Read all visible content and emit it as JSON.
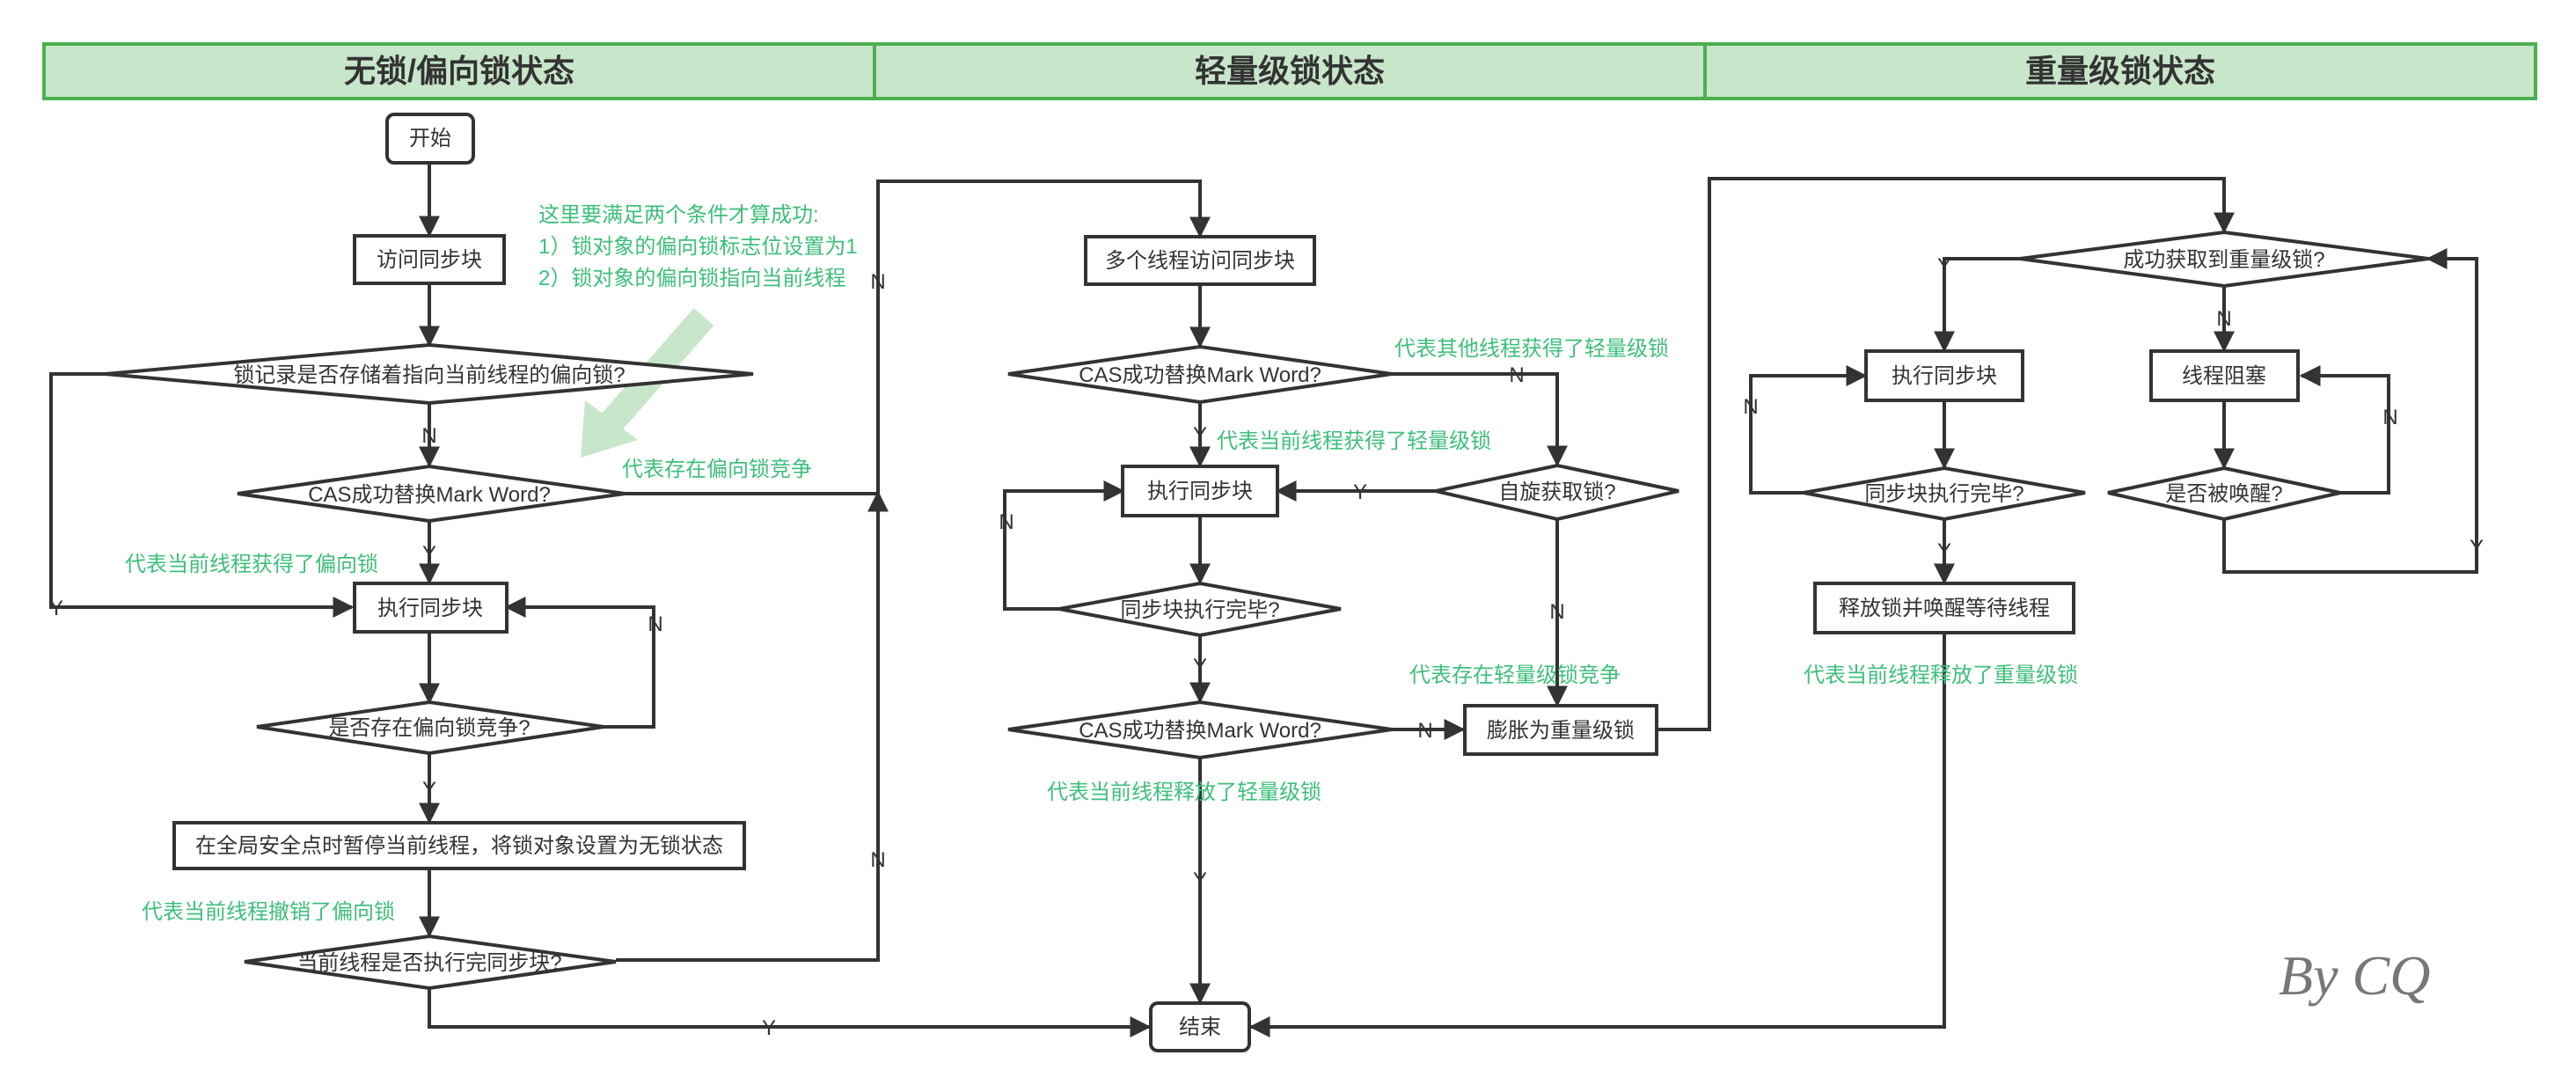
{
  "headers": [
    "无锁/偏向锁状态",
    "轻量级锁状态",
    "重量级锁状态"
  ],
  "nodes": {
    "start": "开始",
    "access": "访问同步块",
    "check_bias": "锁记录是否存储着指向当前线程的偏向锁?",
    "cas1": "CAS成功替换Mark Word?",
    "exec1": "执行同步块",
    "bias_comp": "是否存在偏向锁竞争?",
    "safepoint": "在全局安全点时暂停当前线程，将锁对象设置为无锁状态",
    "done_check": "当前线程是否执行完同步块?",
    "multi": "多个线程访问同步块",
    "cas2": "CAS成功替换Mark Word?",
    "exec2": "执行同步块",
    "spin": "自旋获取锁?",
    "sync_done2": "同步块执行完毕?",
    "cas3": "CAS成功替换Mark Word?",
    "inflate": "膨胀为重量级锁",
    "end": "结束",
    "heavy_ok": "成功获取到重量级锁?",
    "exec3": "执行同步块",
    "blocked": "线程阻塞",
    "sync_done3": "同步块执行完毕?",
    "woken": "是否被唤醒?",
    "release": "释放锁并唤醒等待线程"
  },
  "labels": {
    "yes": "Y",
    "no": "N"
  },
  "annotations": {
    "cond_title": "这里要满足两个条件才算成功:",
    "cond_1": "1）锁对象的偏向锁标志位设置为1",
    "cond_2": "2）锁对象的偏向锁指向当前线程",
    "got_bias": "代表当前线程获得了偏向锁",
    "bias_contention": "代表存在偏向锁竞争",
    "revoked_bias": "代表当前线程撤销了偏向锁",
    "other_got_light": "代表其他线程获得了轻量级锁",
    "got_light": "代表当前线程获得了轻量级锁",
    "light_contention": "代表存在轻量级锁竞争",
    "released_light": "代表当前线程释放了轻量级锁",
    "released_heavy": "代表当前线程释放了重量级锁"
  },
  "signature": "By CQ",
  "colors": {
    "header_fill": "#c8e6c9",
    "header_border": "#4caf50",
    "annotation": "#3dbf7a",
    "line": "#333333",
    "callout_arrow": "#c8e6c9"
  }
}
